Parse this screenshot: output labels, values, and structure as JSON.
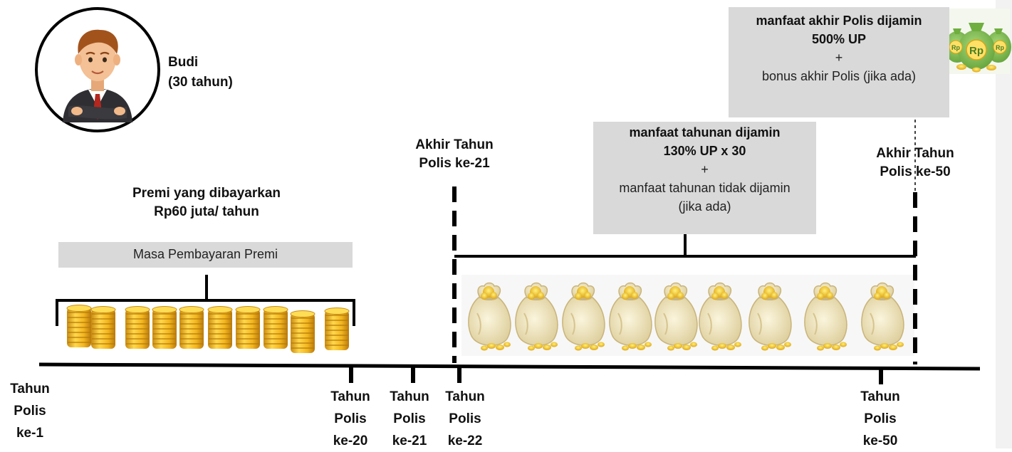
{
  "person": {
    "name": "Budi",
    "age": "(30 tahun)",
    "avatar_icon": "businessman-avatar-icon"
  },
  "premium": {
    "heading_line1": "Premi yang dibayarkan",
    "heading_line2": "Rp60 juta/ tahun",
    "period_label": "Masa Pembayaran Premi",
    "coin_icon": "gold-coin-stack-icon"
  },
  "annual_benefit": {
    "line1": "manfaat tahunan dijamin",
    "line2": "130% UP x 30",
    "plus": "+",
    "line3": "manfaat tahunan tidak dijamin",
    "line4": "(jika ada)",
    "bag_icon": "gold-money-bag-icon"
  },
  "final_benefit": {
    "line1": "manfaat akhir Polis dijamin",
    "line2": "500% UP",
    "plus": "+",
    "line3": "bonus akhir Polis (jika ada)",
    "icon": "rupiah-money-bags-icon",
    "bag_label_main": "Rp",
    "bag_label_left": "Rp",
    "bag_label_right": "Rp"
  },
  "markers": {
    "end_year_21": [
      "Akhir Tahun",
      "Polis ke-21"
    ],
    "end_year_50": [
      "Akhir Tahun",
      "Polis ke-50"
    ]
  },
  "timeline": {
    "ticks": [
      {
        "lines": [
          "Tahun",
          "Polis",
          "ke-1"
        ]
      },
      {
        "lines": [
          "Tahun",
          "Polis",
          "ke-20"
        ]
      },
      {
        "lines": [
          "Tahun",
          "Polis",
          "ke-21"
        ]
      },
      {
        "lines": [
          "Tahun",
          "Polis",
          "ke-22"
        ]
      },
      {
        "lines": [
          "Tahun",
          "Polis",
          "ke-50"
        ]
      }
    ]
  },
  "colors": {
    "box_gray": "#d9d9d9",
    "gold": "#f2c12e",
    "bag_cream": "#efe6c4",
    "line": "#000000"
  }
}
